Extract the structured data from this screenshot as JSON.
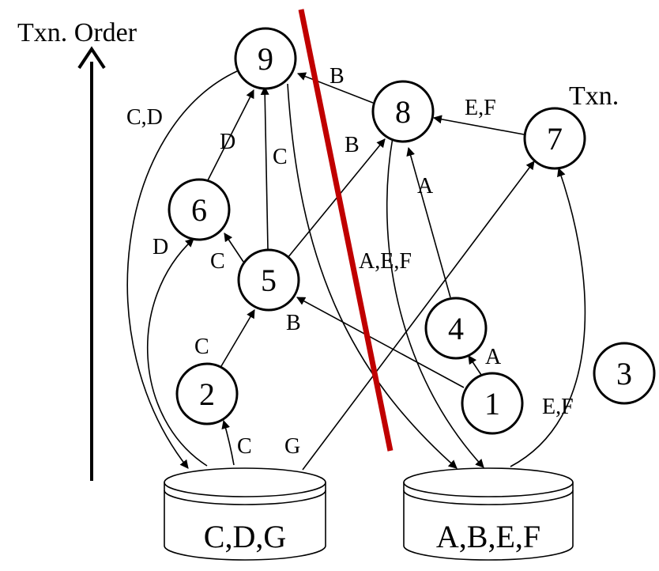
{
  "axis": {
    "label": "Txn. Order"
  },
  "legend": {
    "label": "Txn."
  },
  "nodes": [
    {
      "id": "1",
      "label": "1"
    },
    {
      "id": "2",
      "label": "2"
    },
    {
      "id": "3",
      "label": "3"
    },
    {
      "id": "4",
      "label": "4"
    },
    {
      "id": "5",
      "label": "5"
    },
    {
      "id": "6",
      "label": "6"
    },
    {
      "id": "7",
      "label": "7"
    },
    {
      "id": "8",
      "label": "8"
    },
    {
      "id": "9",
      "label": "9"
    }
  ],
  "stores": [
    {
      "id": "left",
      "label": "C,D,G"
    },
    {
      "id": "right",
      "label": "A,B,E,F"
    }
  ],
  "edges": [
    {
      "id": "e-ds1-2",
      "label": "C"
    },
    {
      "id": "e-2-5",
      "label": "C"
    },
    {
      "id": "e-5-6",
      "label": "C"
    },
    {
      "id": "e-5-9",
      "label": "C"
    },
    {
      "id": "e-6-9",
      "label": "D"
    },
    {
      "id": "e-ds1-6",
      "label": "D"
    },
    {
      "id": "e-9-ds1",
      "label": "C,D"
    },
    {
      "id": "e-ds1-7",
      "label": "G"
    },
    {
      "id": "e-5-8",
      "label": "B"
    },
    {
      "id": "e-8-9",
      "label": "B"
    },
    {
      "id": "e-1-5",
      "label": "B"
    },
    {
      "id": "e-1-4",
      "label": "A"
    },
    {
      "id": "e-4-8",
      "label": "A"
    },
    {
      "id": "e-7-8",
      "label": "E,F"
    },
    {
      "id": "e-ds2-7",
      "label": "E,F"
    },
    {
      "id": "e-8-ds2",
      "label": "A,E,F"
    },
    {
      "id": "e-9-ds2",
      "label": ""
    }
  ],
  "colors": {
    "cut_line": "#c00000",
    "stroke": "#000000"
  }
}
